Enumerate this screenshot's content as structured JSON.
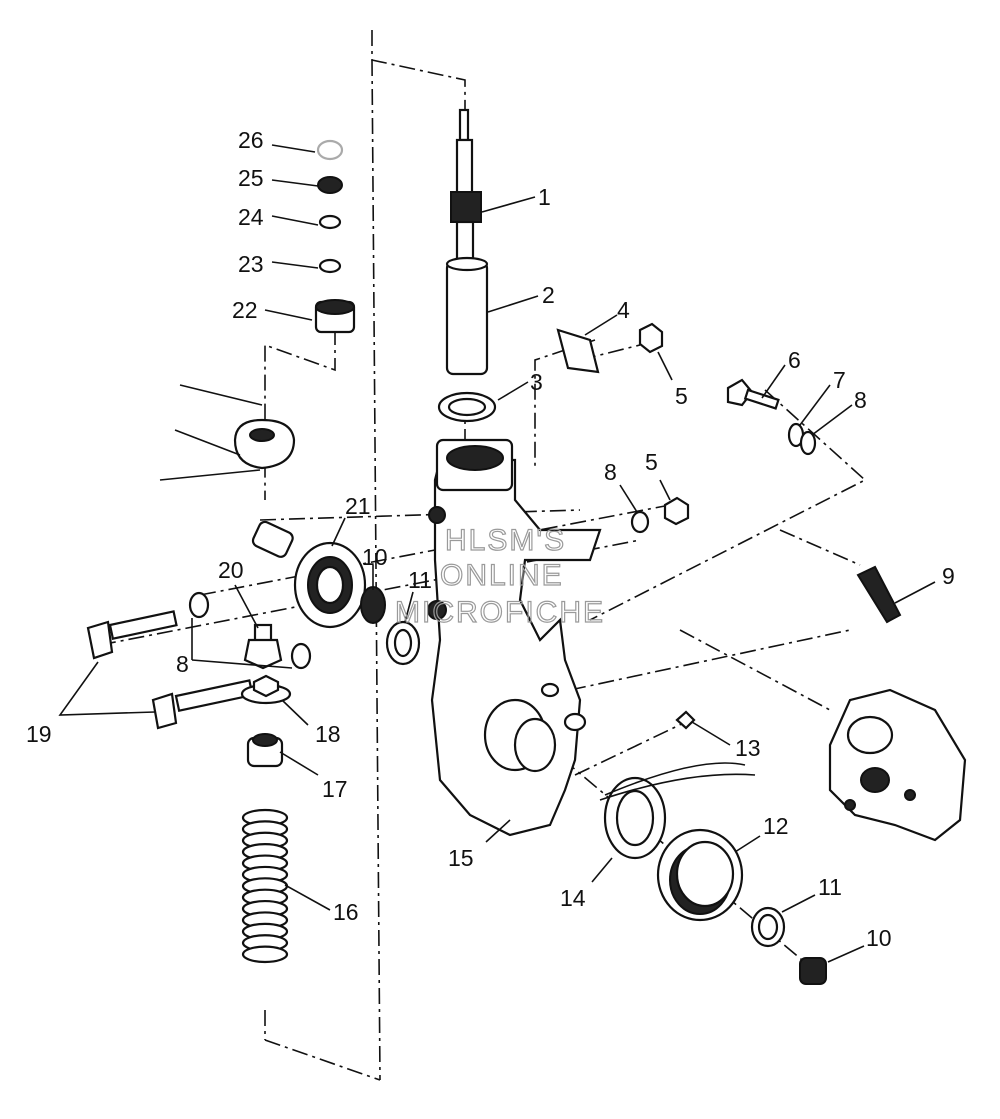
{
  "watermark": [
    "HLSM'S",
    "ONLINE",
    "MICROFICHE"
  ],
  "callouts": {
    "p1": "1",
    "p2": "2",
    "p3": "3",
    "p4": "4",
    "p5a": "5",
    "p5b": "5",
    "p6": "6",
    "p7": "7",
    "p8a": "8",
    "p8b": "8",
    "p8c": "8",
    "p9": "9",
    "p10a": "10",
    "p10b": "10",
    "p11a": "11",
    "p11b": "11",
    "p12": "12",
    "p13": "13",
    "p14": "14",
    "p15": "15",
    "p16": "16",
    "p17": "17",
    "p18": "18",
    "p19": "19",
    "p20": "20",
    "p21": "21",
    "p22": "22",
    "p23": "23",
    "p24": "24",
    "p25": "25",
    "p26": "26"
  }
}
